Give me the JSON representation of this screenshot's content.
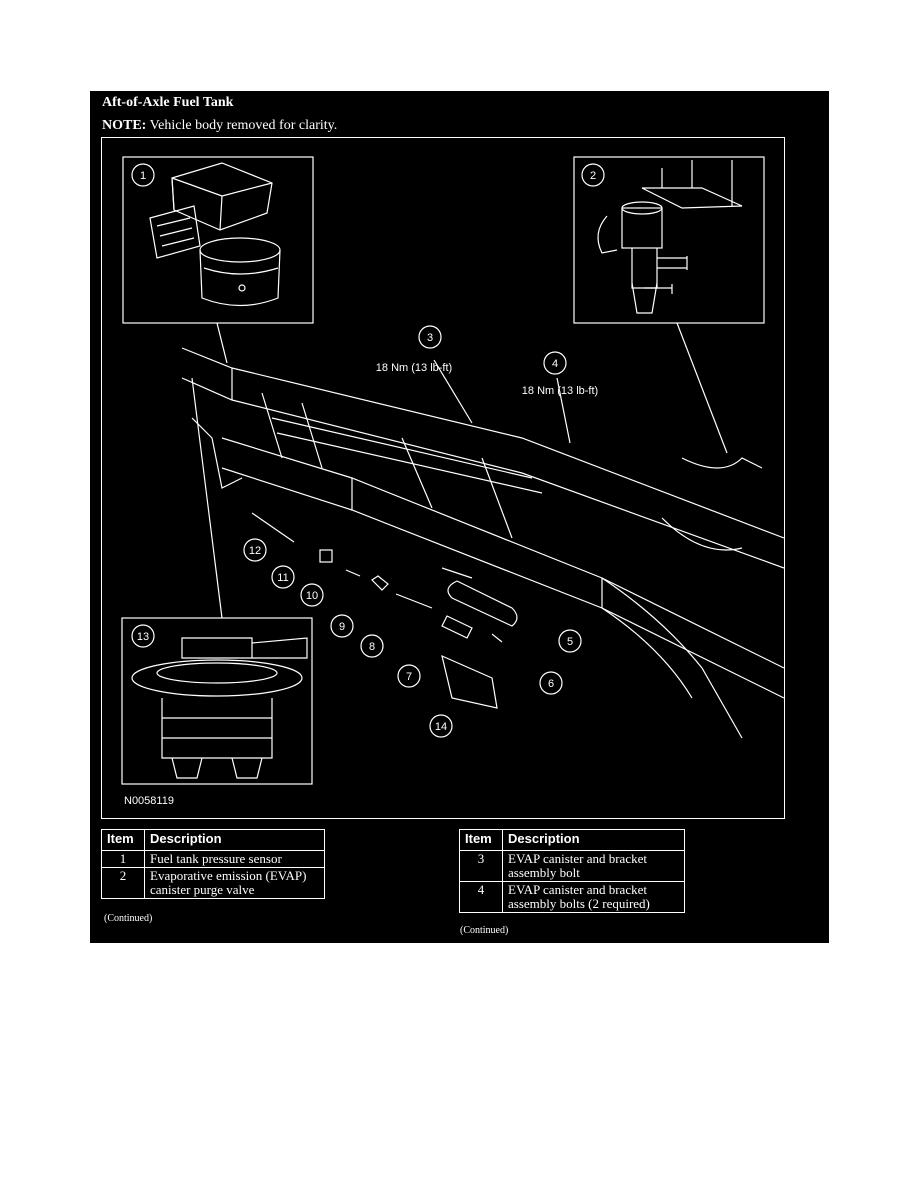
{
  "section": {
    "heading": "Aft-of-Axle Fuel Tank",
    "note_label": "NOTE:",
    "note_text": " Vehicle body removed for clarity."
  },
  "figure": {
    "id": "N0058119",
    "callouts": [
      "1",
      "2",
      "3",
      "4",
      "5",
      "6",
      "7",
      "8",
      "9",
      "10",
      "11",
      "12",
      "13",
      "14"
    ],
    "torque_3": "18 Nm (13 lb-ft)",
    "torque_4": "18 Nm (13 lb-ft)"
  },
  "table_left": {
    "headers": [
      "Item",
      "Description"
    ],
    "rows": [
      {
        "item": "1",
        "desc": "Fuel tank pressure sensor"
      },
      {
        "item": "2",
        "desc": "Evaporative emission (EVAP) canister purge valve"
      }
    ],
    "continued": "(Continued)"
  },
  "table_right": {
    "headers": [
      "Item",
      "Description"
    ],
    "rows": [
      {
        "item": "3",
        "desc": "EVAP canister and bracket assembly bolt"
      },
      {
        "item": "4",
        "desc": "EVAP canister and bracket assembly bolts (2 required)"
      }
    ],
    "continued": "(Continued)"
  },
  "colors": {
    "background": "#000000",
    "line": "#ffffff",
    "page": "#ffffff"
  }
}
